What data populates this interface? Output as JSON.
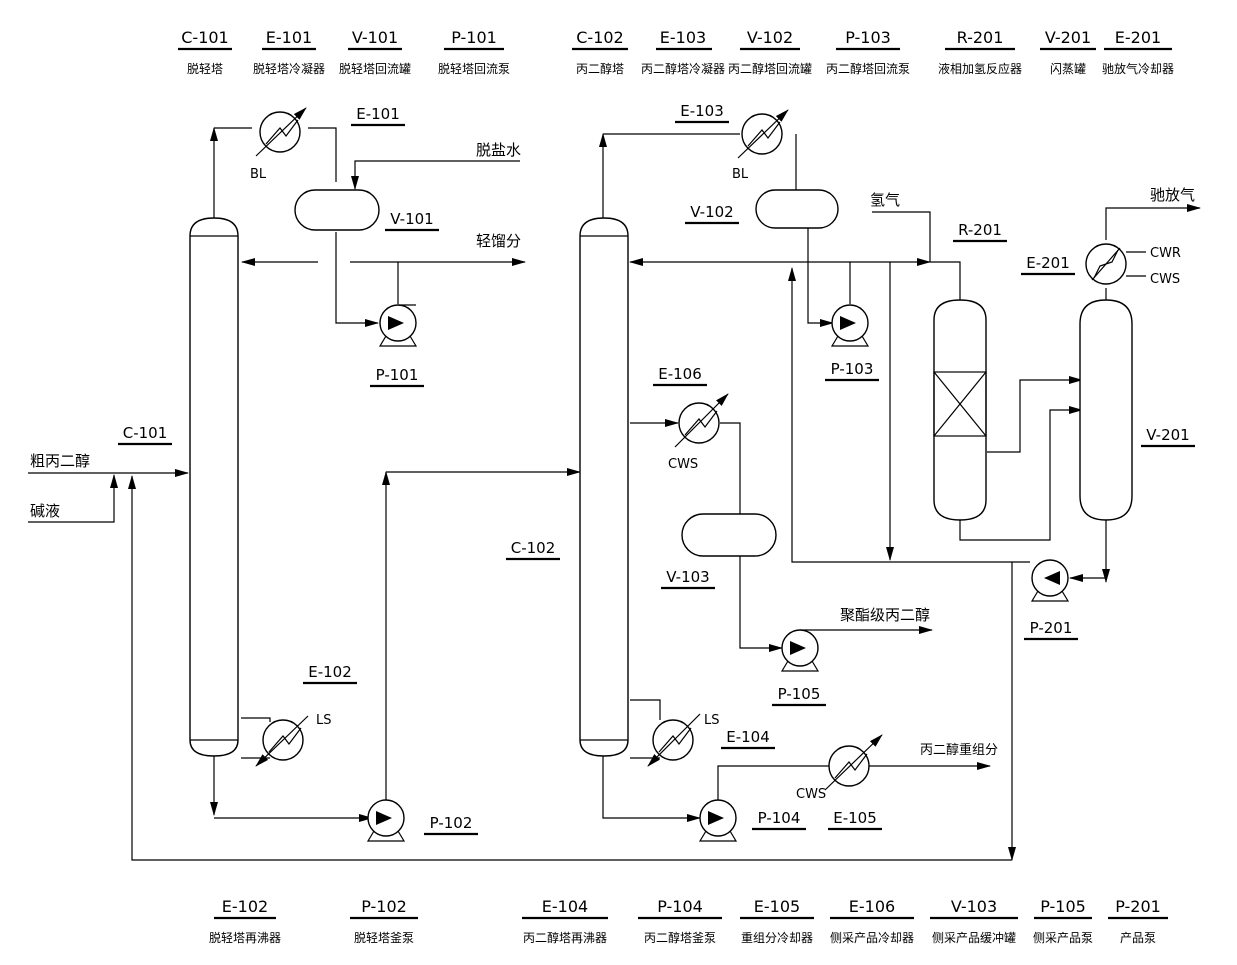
{
  "legend_top": [
    {
      "tag": "C-101",
      "desc": "脱轻塔"
    },
    {
      "tag": "E-101",
      "desc": "脱轻塔冷凝器"
    },
    {
      "tag": "V-101",
      "desc": "脱轻塔回流罐"
    },
    {
      "tag": "P-101",
      "desc": "脱轻塔回流泵"
    },
    {
      "tag": "C-102",
      "desc": "丙二醇塔"
    },
    {
      "tag": "E-103",
      "desc": "丙二醇塔冷凝器"
    },
    {
      "tag": "V-102",
      "desc": "丙二醇塔回流罐"
    },
    {
      "tag": "P-103",
      "desc": "丙二醇塔回流泵"
    },
    {
      "tag": "R-201",
      "desc": "液相加氢反应器"
    },
    {
      "tag": "V-201",
      "desc": "闪蒸罐"
    },
    {
      "tag": "E-201",
      "desc": "驰放气冷却器"
    }
  ],
  "legend_bottom": [
    {
      "tag": "E-102",
      "desc": "脱轻塔再沸器"
    },
    {
      "tag": "P-102",
      "desc": "脱轻塔釜泵"
    },
    {
      "tag": "E-104",
      "desc": "丙二醇塔再沸器"
    },
    {
      "tag": "P-104",
      "desc": "丙二醇塔釜泵"
    },
    {
      "tag": "E-105",
      "desc": "重组分冷却器"
    },
    {
      "tag": "E-106",
      "desc": "侧采产品冷却器"
    },
    {
      "tag": "V-103",
      "desc": "侧采产品缓冲罐"
    },
    {
      "tag": "P-105",
      "desc": "侧采产品泵"
    },
    {
      "tag": "P-201",
      "desc": "产品泵"
    }
  ],
  "equipment_tags": {
    "c101": "C-101",
    "c102": "C-102",
    "e101": "E-101",
    "e102": "E-102",
    "e103": "E-103",
    "e104": "E-104",
    "e105": "E-105",
    "e106": "E-106",
    "e201": "E-201",
    "v101": "V-101",
    "v102": "V-102",
    "v103": "V-103",
    "v201": "V-201",
    "p101": "P-101",
    "p102": "P-102",
    "p103": "P-103",
    "p104": "P-104",
    "p105": "P-105",
    "p201": "P-201",
    "r201": "R-201"
  },
  "streams": {
    "crude_feed": "粗丙二醇",
    "caustic": "碱液",
    "desalted_water": "脱盐水",
    "light_ends": "轻馏分",
    "hydrogen": "氢气",
    "purge_gas": "驰放气",
    "polyester_pg": "聚酯级丙二醇",
    "pg_heavies": "丙二醇重组分"
  },
  "utilities": {
    "bl": "BL",
    "ls": "LS",
    "cws": "CWS",
    "cwr": "CWR"
  }
}
